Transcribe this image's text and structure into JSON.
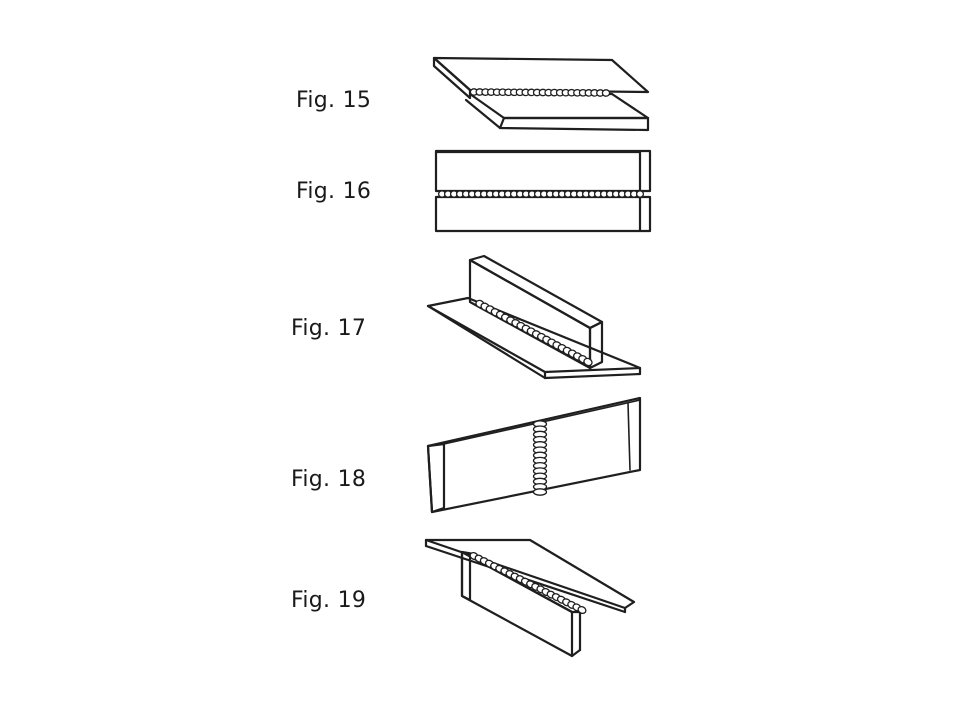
{
  "figures": [
    {
      "label": "Fig. 15",
      "icon": "butt-joint-flat-icon"
    },
    {
      "label": "Fig. 16",
      "icon": "butt-joint-horizontal-icon"
    },
    {
      "label": "Fig. 17",
      "icon": "tee-joint-fillet-icon"
    },
    {
      "label": "Fig. 18",
      "icon": "butt-joint-vertical-icon"
    },
    {
      "label": "Fig. 19",
      "icon": "tee-joint-overhead-icon"
    }
  ]
}
